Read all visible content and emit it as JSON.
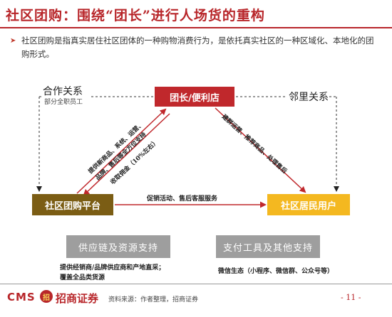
{
  "header": {
    "title": "社区团购：围绕“团长”进行人场货的重构"
  },
  "intro": {
    "bullet_icon": "arrow-bullet-icon",
    "text": "社区团购是指真实居住社区团体的一种购物消费行为，是依托真实社区的一种区域化、本地化的团购形式。"
  },
  "diagram": {
    "nodes": {
      "leader": "团长/便利店",
      "platform": "社区团购平台",
      "residents": "社区居民用户"
    },
    "relations": {
      "left": "合作关系",
      "left_sub": "部分全职员工",
      "right": "邻里关系"
    },
    "edges": {
      "platform_to_leader_line1": "提供新商品、系统、运营、",
      "platform_to_leader_line2": "品牌、售后等全方位支持",
      "leader_to_platform": "收取佣金（10%左右）",
      "leader_to_residents": "建群运营、推荐商品、处理售后",
      "platform_to_residents": "促销活动、售后客服服务"
    },
    "supports": {
      "supply": "供应链及资源支持",
      "payment": "支付工具及其他支持"
    },
    "notes": {
      "supply_line1": "提供经销商/品牌供应商和产地直采；",
      "supply_line2": "覆盖全品类货源",
      "payment": "微信生态（小程序、微信群、公众号等）"
    },
    "colors": {
      "leader": "#c0282c",
      "platform": "#7b5d14",
      "residents": "#f4b820",
      "support": "#9e9e9e",
      "accent": "#b8262a"
    }
  },
  "footer": {
    "logo_latin": "CMS",
    "logo_badge": "招",
    "logo_cn": "招商证券",
    "source": "资料来源：作者整理，招商证券",
    "page": "- 11 -"
  }
}
